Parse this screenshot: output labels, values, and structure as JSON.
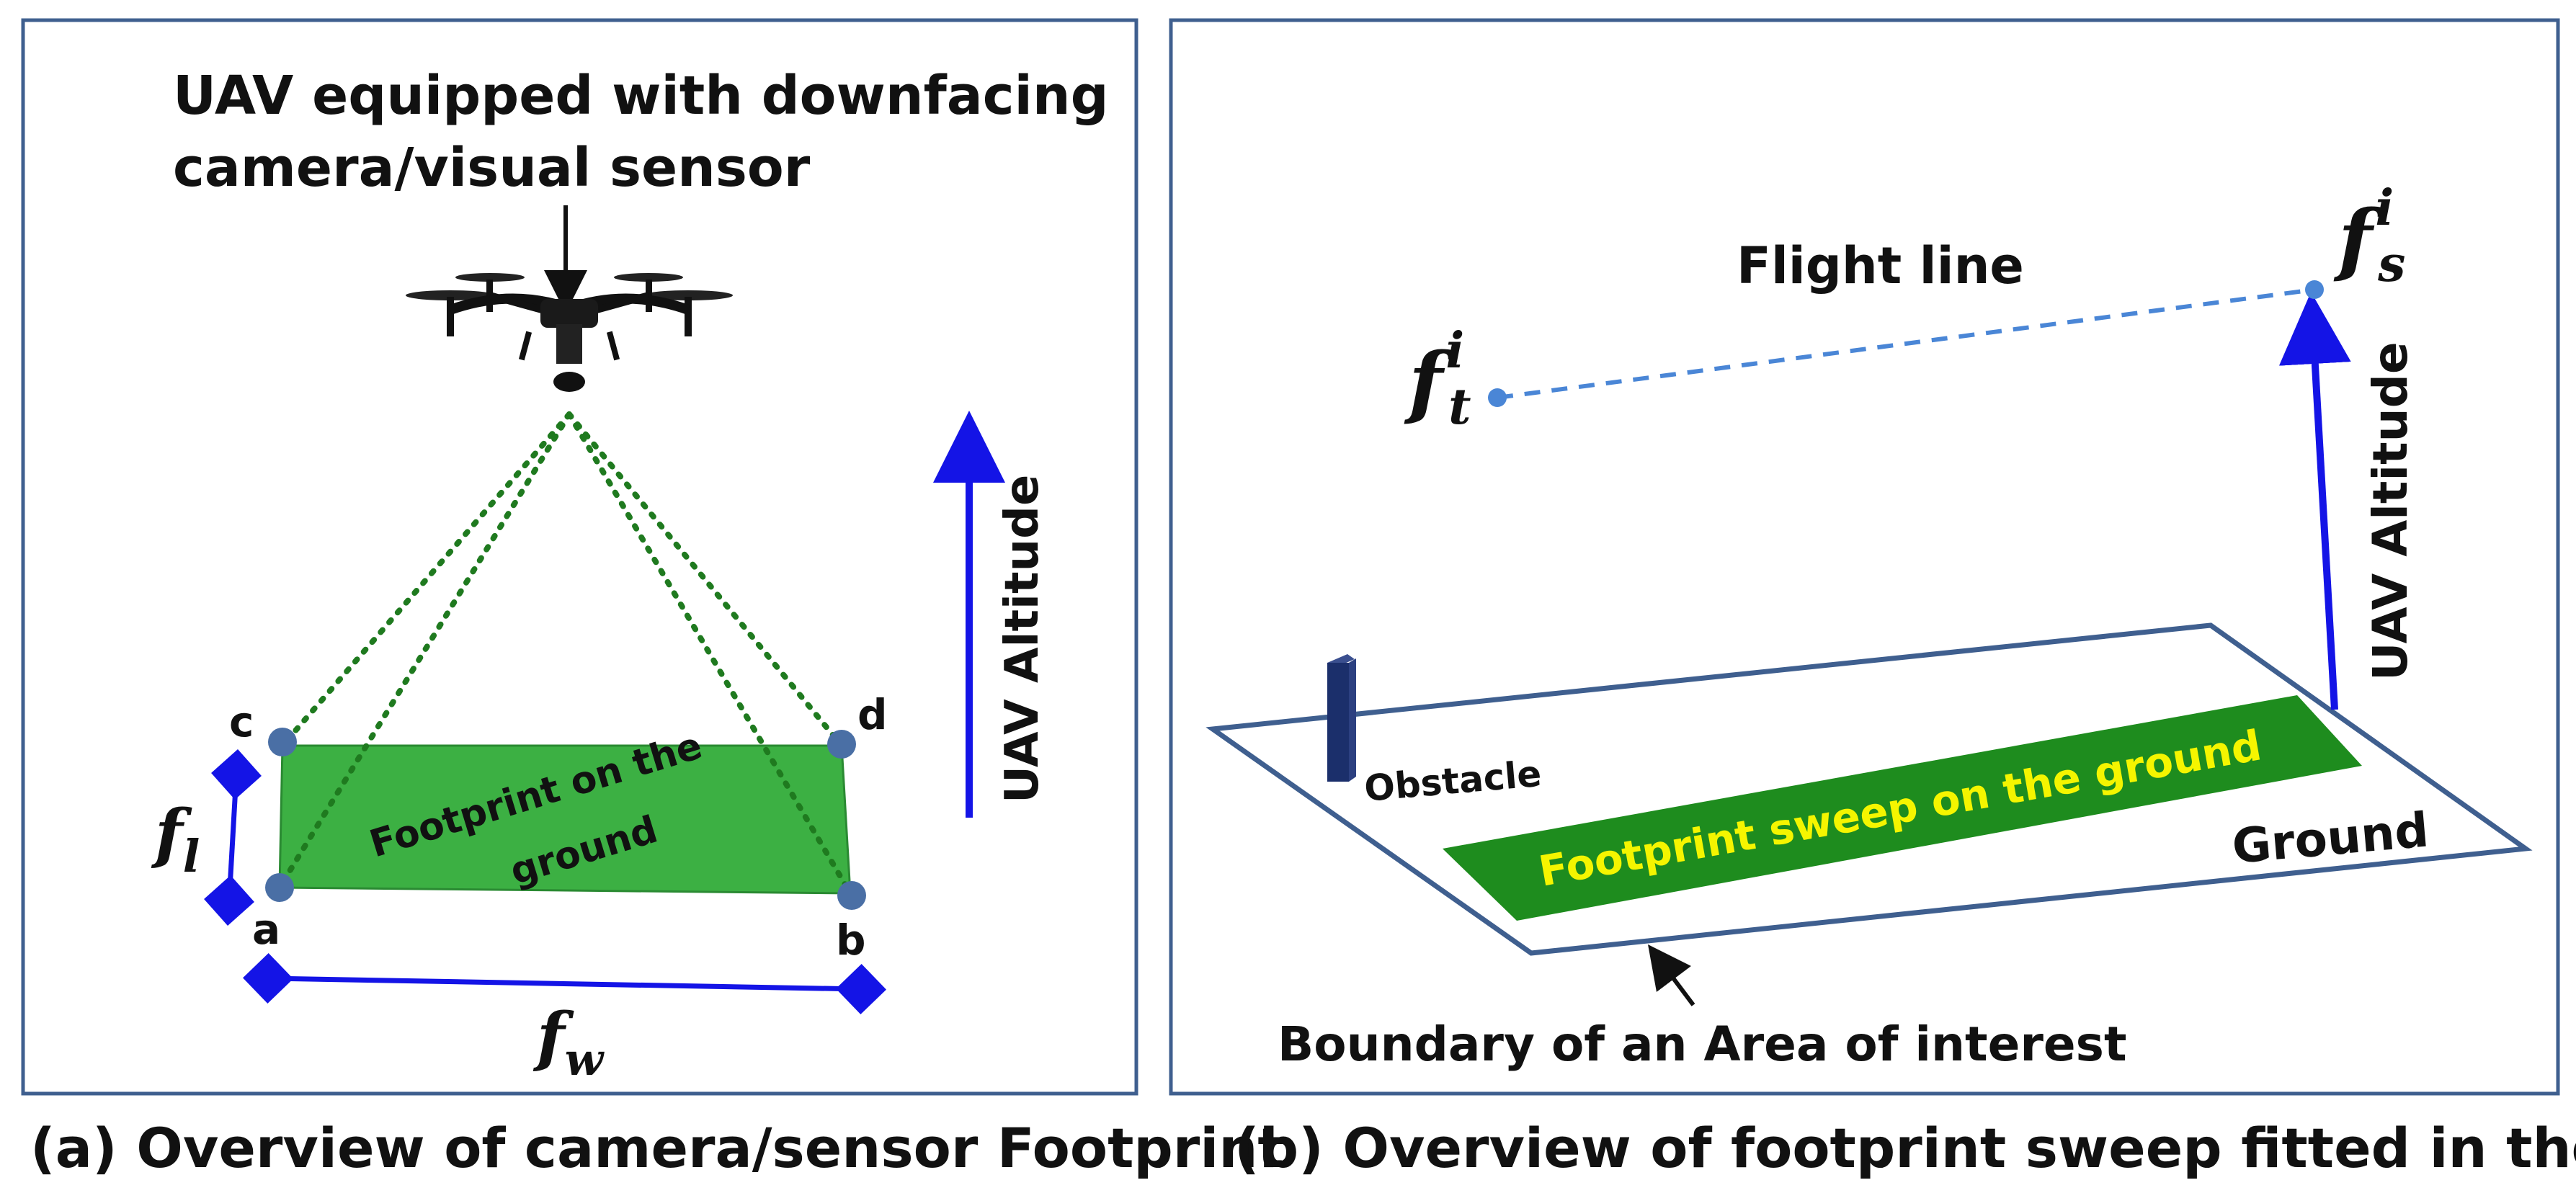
{
  "panel_a": {
    "title_line1": "UAV equipped with downfacing",
    "title_line2": "camera/visual sensor",
    "footprint_line1": "Footprint on the",
    "footprint_line2": "ground",
    "corner_a": "a",
    "corner_b": "b",
    "corner_c": "c",
    "corner_d": "d",
    "fl_base": "f",
    "fl_sub": "l",
    "fw_base": "f",
    "fw_sub": "w",
    "altitude_label": "UAV Altitude",
    "caption": "(a) Overview of camera/sensor Footprint"
  },
  "panel_b": {
    "flight_line_label": "Flight line",
    "ft_base": "f",
    "ft_sup": "i",
    "ft_sub": "t",
    "fs_base": "f",
    "fs_sup": "i",
    "fs_sub": "s",
    "altitude_label": "UAV Altitude",
    "obstacle_label": "Obstacle",
    "sweep_label": "Footprint sweep on the ground",
    "ground_label": "Ground",
    "boundary_label": "Boundary of an Area of interest",
    "caption": "(b) Overview of footprint sweep fitted in the AOI"
  },
  "colors": {
    "frame": "#3f5f8f",
    "footprint_fill": "#3cb043",
    "footprint_edge": "#2a8a32",
    "view_lines": "#1f7a1f",
    "corner_dots": "#4a6fa5",
    "arrow_blue": "#1414e6",
    "sweep_fill": "#1e8c1e",
    "sweep_text": "#f5f500",
    "flight_line": "#4a86d6",
    "ground_edge": "#3f5f8f",
    "obstacle": "#1b2f6b"
  },
  "icons": {
    "drone": "quadcopter-drone-icon"
  }
}
